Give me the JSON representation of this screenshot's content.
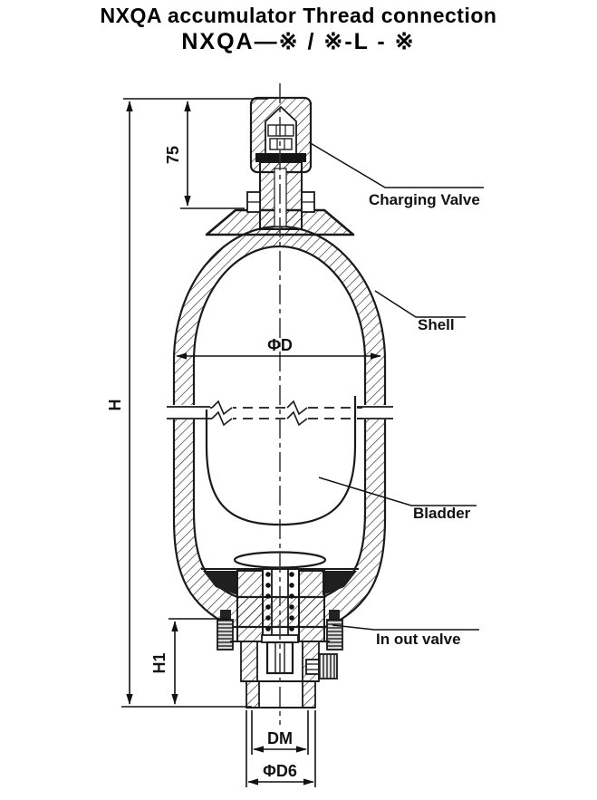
{
  "title": {
    "line1": "NXQA accumulator Thread connection",
    "line2": "NXQA—※ / ※-L - ※"
  },
  "labels": {
    "charging_valve": "Charging Valve",
    "shell": "Shell",
    "bladder": "Bladder",
    "in_out_valve": "In out valve"
  },
  "dimensions": {
    "overall_height": "H",
    "valve_height": "75",
    "port_height": "H1",
    "shell_diameter": "ΦD",
    "port_thread": "DM",
    "port_outer_diameter": "ΦD6"
  },
  "colors": {
    "line": "#1a1a1a",
    "background": "#ffffff"
  }
}
